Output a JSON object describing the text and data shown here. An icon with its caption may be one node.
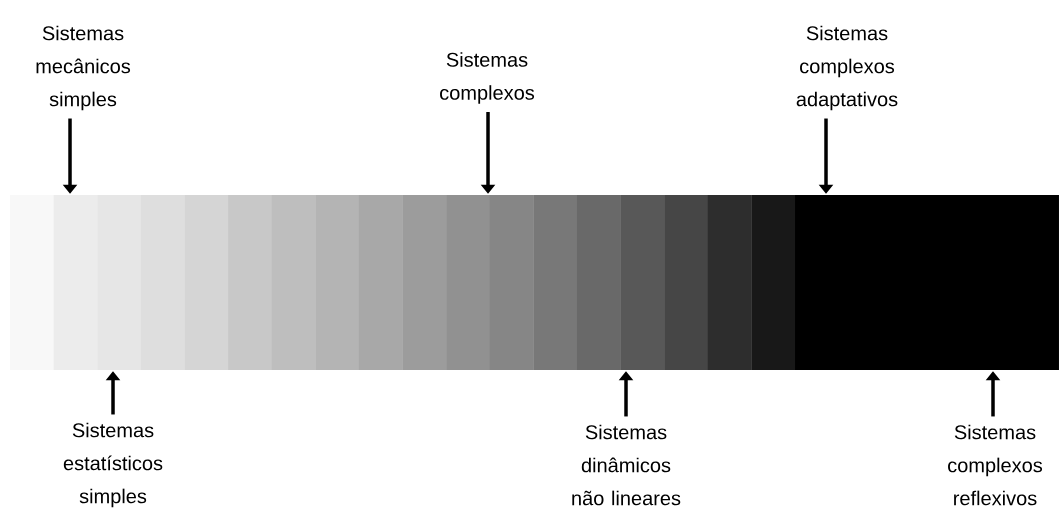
{
  "diagram": {
    "nodes": [
      {
        "text": [
          "Sistemas mecânicos simples"
        ]
      },
      {
        "text": [
          "Sistemas complexos"
        ]
      },
      {
        "text": [
          "Sistemas complexos adaptativos"
        ]
      },
      {
        "text": [],
        "shape": "bar"
      },
      {
        "text": [
          "Sistemas estatísticos simples"
        ]
      },
      {
        "text": [
          "Sistemas dinâmicos não lineares"
        ]
      },
      {
        "text": [
          "Sistemas complexos reflexivos"
        ]
      }
    ],
    "edges": [
      {
        "from": 0,
        "to": 3,
        "arrow": "to"
      },
      {
        "from": 1,
        "to": 3,
        "arrow": "to"
      },
      {
        "from": 2,
        "to": 3,
        "arrow": "to"
      },
      {
        "from": 4,
        "to": 3,
        "arrow": "to"
      },
      {
        "from": 5,
        "to": 3,
        "arrow": "to"
      },
      {
        "from": 6,
        "to": 3,
        "arrow": "to"
      }
    ]
  }
}
